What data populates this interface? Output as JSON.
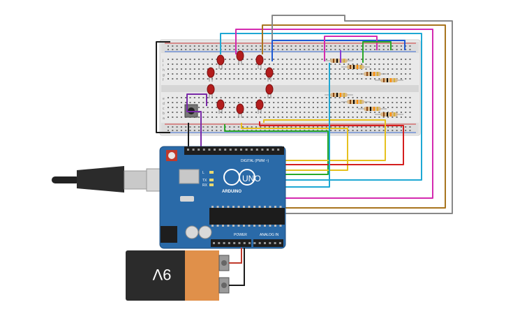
{
  "arduino": {
    "brand": "ARDUINO",
    "model": "UNO",
    "digital_header": "DIGITAL (PWM ~)",
    "power_header": "POWER",
    "analog_header": "ANALOG IN",
    "tx": "TX",
    "rx": "RX",
    "l": "L"
  },
  "battery": {
    "label": "9V"
  },
  "breadboard": {
    "row_letters_top": [
      "j",
      "i",
      "h",
      "g",
      "f"
    ],
    "row_letters_bottom": [
      "e",
      "d",
      "c",
      "b",
      "a"
    ]
  },
  "colors": {
    "board": "#2a6aa8",
    "breadboard": "#ebebeb",
    "led": "#b31d1d",
    "battery_body": "#2b2b2b",
    "battery_label": "#e0904a"
  }
}
